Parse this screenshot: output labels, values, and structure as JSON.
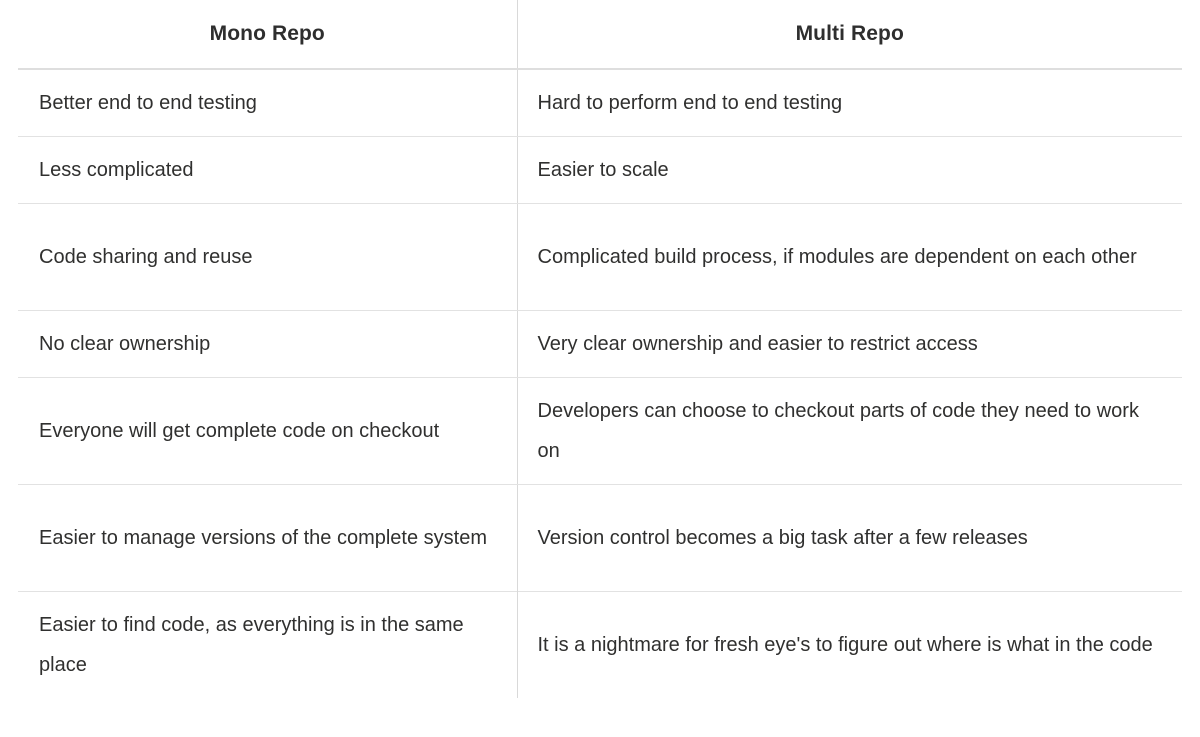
{
  "table": {
    "columns": [
      {
        "id": "mono",
        "header": "Mono Repo"
      },
      {
        "id": "multi",
        "header": "Multi Repo"
      }
    ],
    "rows": [
      {
        "mono": "Better end to end testing",
        "multi": "Hard to perform end to end testing"
      },
      {
        "mono": "Less complicated",
        "multi": "Easier to scale"
      },
      {
        "mono": "Code sharing and reuse",
        "multi": "Complicated build process, if modules are dependent on each other"
      },
      {
        "mono": "No clear ownership",
        "multi": "Very clear ownership and easier to restrict access"
      },
      {
        "mono": "Everyone will get complete code on checkout",
        "multi": "Developers can choose to checkout parts of code they need to work on"
      },
      {
        "mono": "Easier to manage versions of the complete system",
        "multi": "Version control becomes a big task after a few releases"
      },
      {
        "mono": "Easier to find code, as everything is in the same place",
        "multi": "It is a nightmare for fresh eye's to figure out where is what in the code"
      }
    ]
  },
  "colors": {
    "text": "#30302f",
    "header_text": "#2e2e2e",
    "row_border": "#e2e2e2",
    "header_border": "#dedede",
    "column_divider": "#d9d9d9",
    "background": "#ffffff"
  }
}
